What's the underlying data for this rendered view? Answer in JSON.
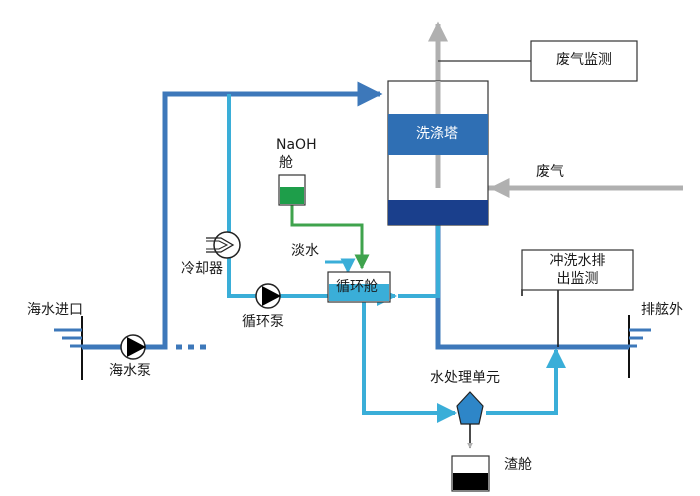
{
  "labels": {
    "exhaust_monitor": "废气监测",
    "scrubber_tower": "洗涤塔",
    "exhaust_gas": "废气",
    "naoh_tank_line1": "NaOH",
    "naoh_tank_line2": "舱",
    "fresh_water": "淡水",
    "cooler": "冷却器",
    "circulation_tank": "循环舱",
    "circulation_pump": "循环泵",
    "washwater_monitor_line1": "冲洗水排",
    "washwater_monitor_line2": "出监测",
    "overboard": "排舷外",
    "seawater_inlet": "海水进口",
    "seawater_pump": "海水泵",
    "water_treatment_unit": "水处理单元",
    "sludge_tank": "渣舱"
  },
  "colors": {
    "dark_pipe": "#3d78ba",
    "light_pipe": "#3aaed8",
    "naoh_pipe": "#3fa34d",
    "gas_arrow": "#b0b0b0",
    "tower_band": "#2f6fb4",
    "tower_bottom": "#1a3f8c",
    "naoh_fill": "#1e9e4a",
    "treatment_unit": "#2e86c8",
    "sludge_fill": "#000000"
  }
}
